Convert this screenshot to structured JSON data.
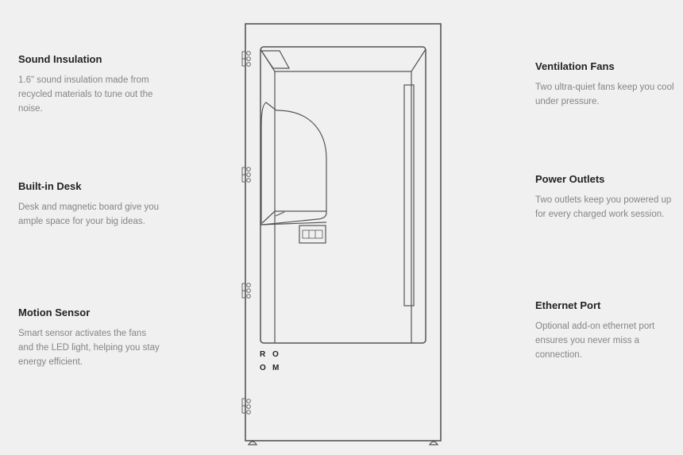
{
  "left_features": [
    {
      "title": "Sound Insulation",
      "desc": "1.6\" sound insulation made from recycled materials to tune out the noise."
    },
    {
      "title": "Built-in Desk",
      "desc": "Desk and magnetic board give you ample space for your big ideas."
    },
    {
      "title": "Motion Sensor",
      "desc": "Smart sensor activates the fans and the LED light, helping you stay energy efficient."
    }
  ],
  "right_features": [
    {
      "title": "Ventilation Fans",
      "desc": "Two ultra-quiet fans keep you cool under pressure."
    },
    {
      "title": "Power Outlets",
      "desc": "Two outlets keep you powered up for every charged work session."
    },
    {
      "title": "Ethernet Port",
      "desc": "Optional add-on ethernet port ensures you never miss a connection."
    }
  ],
  "logo": {
    "letters": [
      "R",
      "O",
      "O",
      "M"
    ]
  }
}
